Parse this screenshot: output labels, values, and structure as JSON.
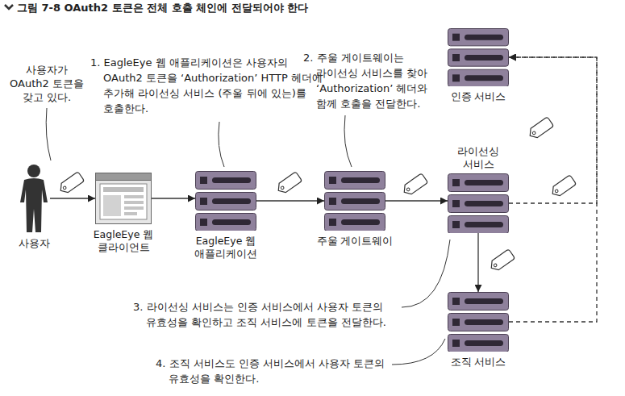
{
  "diagram": {
    "title": "그림 7-8 OAuth2 토큰은 전체 호출 체인에 전달되어야 한다",
    "nodes": [
      {
        "text": [
          "사용자"
        ]
      },
      {
        "text": [
          "EagleEye 웹 클라이언트"
        ]
      },
      {
        "text": [
          "EagleEye 웹 애플리케이션"
        ]
      },
      {
        "text": [
          "주울 게이트웨이"
        ]
      },
      {
        "text": [
          "인증 서비스"
        ]
      },
      {
        "text": [
          "라이선싱 서비스"
        ]
      },
      {
        "text": [
          "조직 서비스"
        ]
      }
    ],
    "edges": [
      {
        "from": 0,
        "to": 1,
        "arrow": "to"
      },
      {
        "from": 1,
        "to": 2,
        "arrow": "to"
      },
      {
        "from": 2,
        "to": 3,
        "arrow": "to"
      },
      {
        "from": 3,
        "to": 5,
        "arrow": "to"
      },
      {
        "from": 5,
        "to": 4,
        "arrow": "to"
      },
      {
        "from": 5,
        "to": 6,
        "arrow": "to"
      },
      {
        "from": 6,
        "to": 4,
        "arrow": "to"
      }
    ],
    "labels": [
      "사용자가 OAuth2 토큰을 갖고 있다.",
      "1. EagleEye 웹 애플리케이션은 사용자의 OAuth2 토큰을 ‘Authorization’ HTTP 헤더에 추가해 라이선싱 서비스 (주울 뒤에 있는)를 호출한다.",
      "2. 주울 게이트웨이는 라이선싱 서비스를 찾아 ‘Authorization’ 헤더와 함께 호출을 전달한다.",
      "3. 라이선싱 서비스는 인증 서비스에서 사용자 토큰의 유효성을 확인하고 조직 서비스에 토큰을 전달한다.",
      "4. 조직 서비스도 인증 서비스에서 사용자 토큰의 유효성을 확인한다."
    ]
  }
}
